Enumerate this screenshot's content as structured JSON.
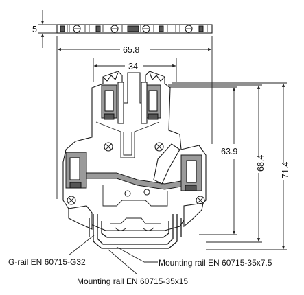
{
  "dimensions": {
    "top_view_height": "5",
    "overall_width": "65.8",
    "upper_width": "34",
    "height_a": "63.9",
    "height_b": "68.4",
    "height_c": "71.4"
  },
  "callouts": {
    "g_rail": "G-rail EN 60715-G32",
    "rail_35x7_5": "Mounting rail EN 60715-35x7.5",
    "rail_35x15": "Mounting rail EN 60715-35x15"
  }
}
